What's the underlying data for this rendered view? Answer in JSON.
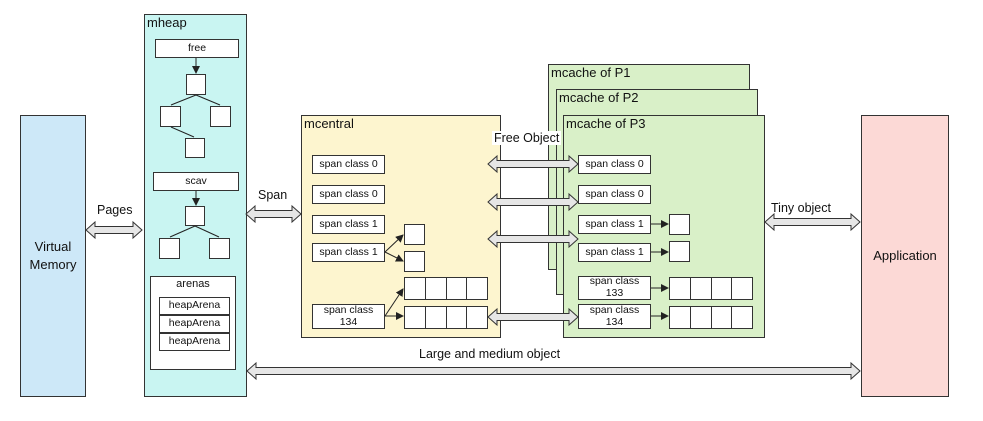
{
  "virtual_memory": {
    "label": "Virtual\nMemory"
  },
  "application": {
    "label": "Application"
  },
  "mheap": {
    "title": "mheap",
    "free_label": "free",
    "scav_label": "scav",
    "arenas": {
      "title": "arenas",
      "items": [
        "heapArena",
        "heapArena",
        "heapArena"
      ]
    }
  },
  "mcentral": {
    "title": "mcentral",
    "span_classes": [
      "span class 0",
      "span class 0",
      "span class 1",
      "span class 1",
      "span class\n134"
    ]
  },
  "mcache": {
    "titles": [
      "mcache of P1",
      "mcache of P2",
      "mcache of P3"
    ],
    "span_classes": [
      "span class 0",
      "span class 0",
      "span class 1",
      "span class 1",
      "span class\n133",
      "span class\n134"
    ]
  },
  "arrows": {
    "pages": "Pages",
    "span": "Span",
    "free_object": "Free Object",
    "tiny_object": "Tiny object",
    "large_medium": "Large and medium object"
  }
}
